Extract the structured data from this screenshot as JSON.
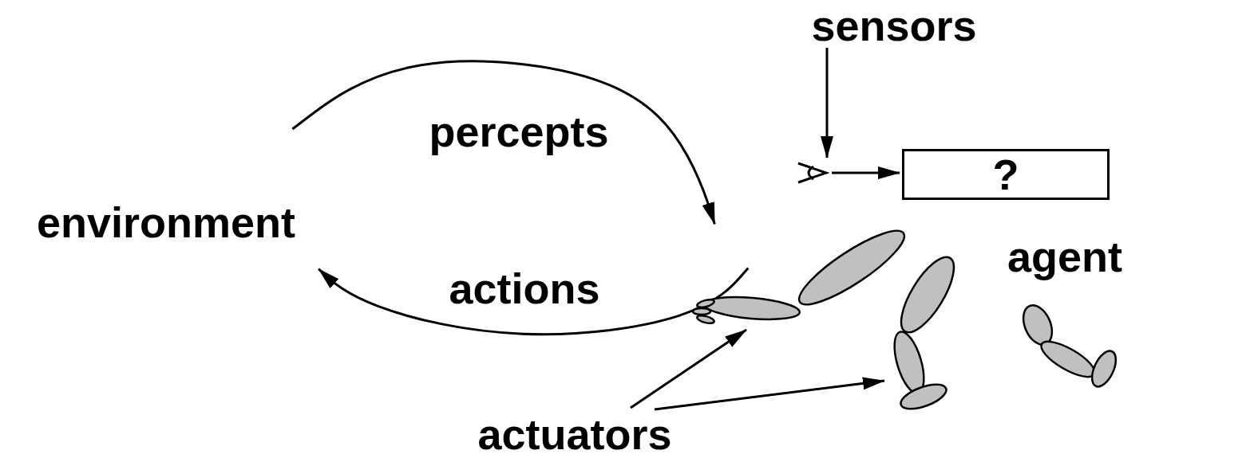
{
  "diagram": {
    "nodes": [
      {
        "text": [
          "environment"
        ]
      },
      {
        "text": [
          "agent"
        ]
      },
      {
        "text": [
          "?"
        ],
        "in": 1
      }
    ],
    "edges": [
      {
        "from": 0,
        "to": 1,
        "label": "percepts",
        "arrow": "to"
      },
      {
        "from": 1,
        "to": 0,
        "label": "actions",
        "arrow": "to"
      }
    ],
    "labels": [
      "sensors",
      "actuators"
    ]
  }
}
